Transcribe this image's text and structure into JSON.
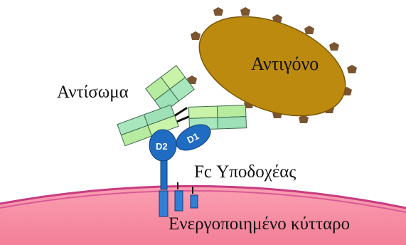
{
  "labels": {
    "antigen": "Αντιγόνο",
    "antibody": "Αντίσωμα",
    "receptor": "Fc Υποδοχέας",
    "cell": "Ενεργοποιημένο κύτταρο",
    "domain_d1": "D1",
    "domain_d2": "D2"
  },
  "colors": {
    "cell_fill": "#f48ba0",
    "cell_edge": "#c83c82",
    "antigen_fill": "#bc8a0e",
    "antigen_spike": "#7a5530",
    "antibody_light": "#c8f3a8",
    "antibody_dark": "#8fd6b6",
    "receptor_blue": "#1f6cc2"
  },
  "icons": [
    "antigen-spike-icon",
    "receptor-segment-icon"
  ]
}
